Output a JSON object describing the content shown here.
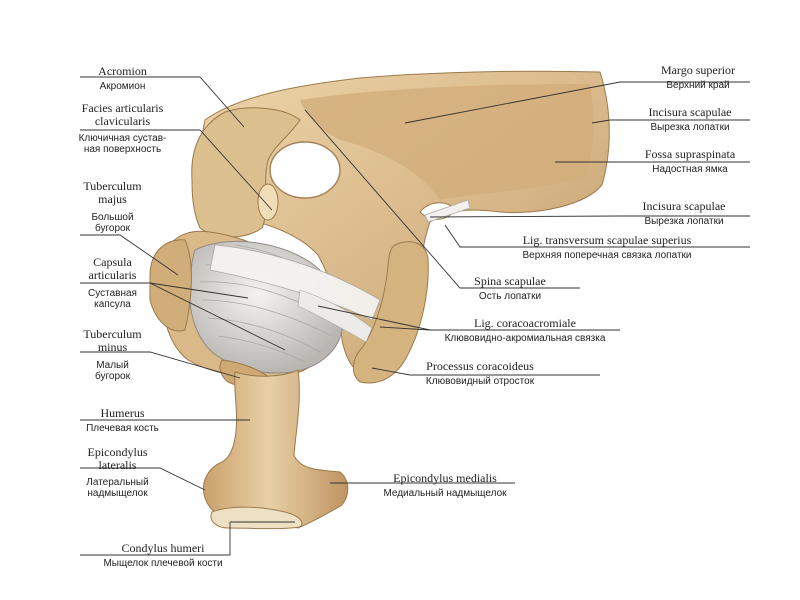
{
  "colors": {
    "bone": "#d9bc8c",
    "bone_dark": "#b89563",
    "bone_light": "#ecd9b4",
    "capsule": "#e6e4e2",
    "ligament": "#f2f1ef",
    "line": "#333333"
  },
  "labels": {
    "acromion": {
      "lat": "Acromion",
      "ru": "Акромион"
    },
    "facies": {
      "lat1": "Facies articularis",
      "lat2": "clavicularis",
      "ru1": "Ключичная сустав-",
      "ru2": "ная поверхность"
    },
    "tub_majus": {
      "lat1": "Tuberculum",
      "lat2": "majus",
      "ru1": "Большой",
      "ru2": "бугорок"
    },
    "capsula": {
      "lat1": "Capsula",
      "lat2": "articularis",
      "ru1": "Суставная",
      "ru2": "капсула"
    },
    "tub_minus": {
      "lat1": "Tuberculum",
      "lat2": "minus",
      "ru1": "Малый",
      "ru2": "бугорок"
    },
    "humerus": {
      "lat": "Humerus",
      "ru": "Плечевая кость"
    },
    "epi_lat": {
      "lat1": "Epicondylus",
      "lat2": "lateralis",
      "ru1": "Латеральный",
      "ru2": "надмыщелок"
    },
    "condylus": {
      "lat": "Condylus humeri",
      "ru": "Мыщелок плечевой кости"
    },
    "margo": {
      "lat": "Margo superior",
      "ru": "Верхний край"
    },
    "incisura1": {
      "lat": "Incisura scapulae",
      "ru": "Вырезка лопатки"
    },
    "fossa": {
      "lat": "Fossa supraspinata",
      "ru": "Надостная ямка"
    },
    "incisura2": {
      "lat": "Incisura scapulae",
      "ru": "Вырезка лопатки"
    },
    "lig_transv": {
      "lat": "Lig. transversum scapulae superius",
      "ru": "Верхняя поперечная связка лопатки"
    },
    "spina": {
      "lat": "Spina scapulae",
      "ru": "Ость лопатки"
    },
    "lig_coraco": {
      "lat": "Lig. coracoacromiale",
      "ru": "Клювовидно-акромиальная связка"
    },
    "processus": {
      "lat": "Processus coracoideus",
      "ru": "Клювовидный отросток"
    },
    "epi_med": {
      "lat": "Epicondylus medialis",
      "ru": "Медиальный надмыщелок"
    }
  }
}
